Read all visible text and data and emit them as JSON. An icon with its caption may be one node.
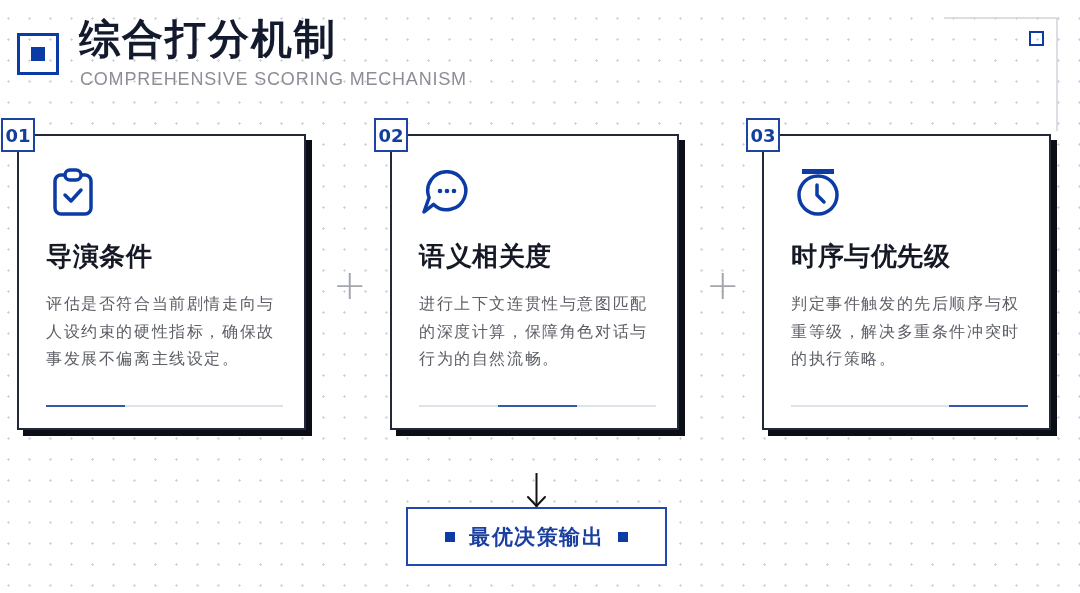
{
  "diagram": {
    "title": "综合打分机制",
    "nodes": [
      {
        "text": [
          "01"
        ]
      },
      {
        "text": [
          "导演条件",
          "评估是否符合当前剧情走向与人设约束的硬性指标，确保故事发展不偏离主线设定。"
        ]
      },
      {
        "text": [
          "02"
        ]
      },
      {
        "text": [
          "语义相关度",
          "进行上下文连贯性与意图匹配的深度计算，保障角色对话与行为的自然流畅。"
        ]
      },
      {
        "text": [
          "03"
        ]
      },
      {
        "text": [
          "时序与优先级",
          "判定事件触发的先后顺序与权重等级，解决多重条件冲突时的执行策略。"
        ]
      },
      {
        "text": [
          "最优决策输出"
        ]
      }
    ],
    "edges": [
      {
        "from": null,
        "to": 6,
        "arrow": "to"
      }
    ],
    "labels": [
      "COMPREHENSIVE SCORING MECHANISM",
      "+",
      "+"
    ]
  }
}
